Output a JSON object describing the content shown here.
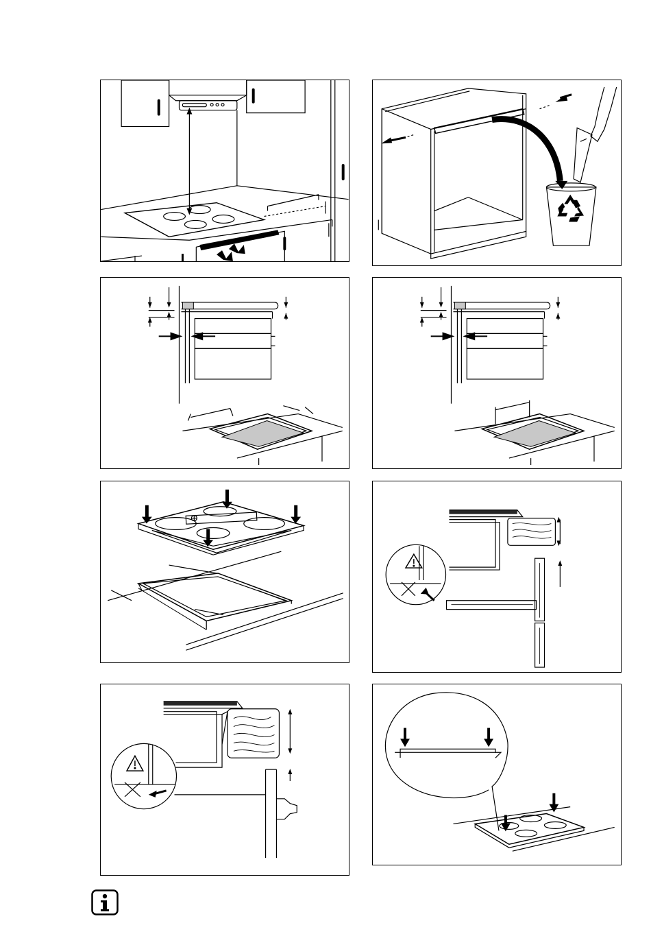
{
  "page": {
    "figures": [
      {
        "id": "fig-1",
        "icons": [
          "hood-icon",
          "hob-icon",
          "arrow-icon"
        ]
      },
      {
        "id": "fig-2",
        "icons": [
          "cabinet-icon",
          "recycle-bin-icon",
          "hand-icon"
        ]
      },
      {
        "id": "fig-3",
        "icons": [
          "section-view-icon",
          "cutout-icon"
        ]
      },
      {
        "id": "fig-4",
        "icons": [
          "section-view-icon",
          "cutout-icon"
        ]
      },
      {
        "id": "fig-5",
        "icons": [
          "hob-icon",
          "seal-strip-icon",
          "level-icon"
        ]
      },
      {
        "id": "fig-6",
        "icons": [
          "warning-icon",
          "wood-panel-icon"
        ]
      },
      {
        "id": "fig-7",
        "icons": [
          "warning-icon",
          "wood-panel-icon",
          "knob-icon"
        ]
      },
      {
        "id": "fig-8",
        "icons": [
          "magnifier-icon",
          "hob-icon",
          "arrow-icon"
        ]
      }
    ],
    "info_icon": "info-icon",
    "colors": {
      "line": "#000000",
      "fill_grey": "#c8c8c8",
      "background": "#ffffff"
    }
  }
}
